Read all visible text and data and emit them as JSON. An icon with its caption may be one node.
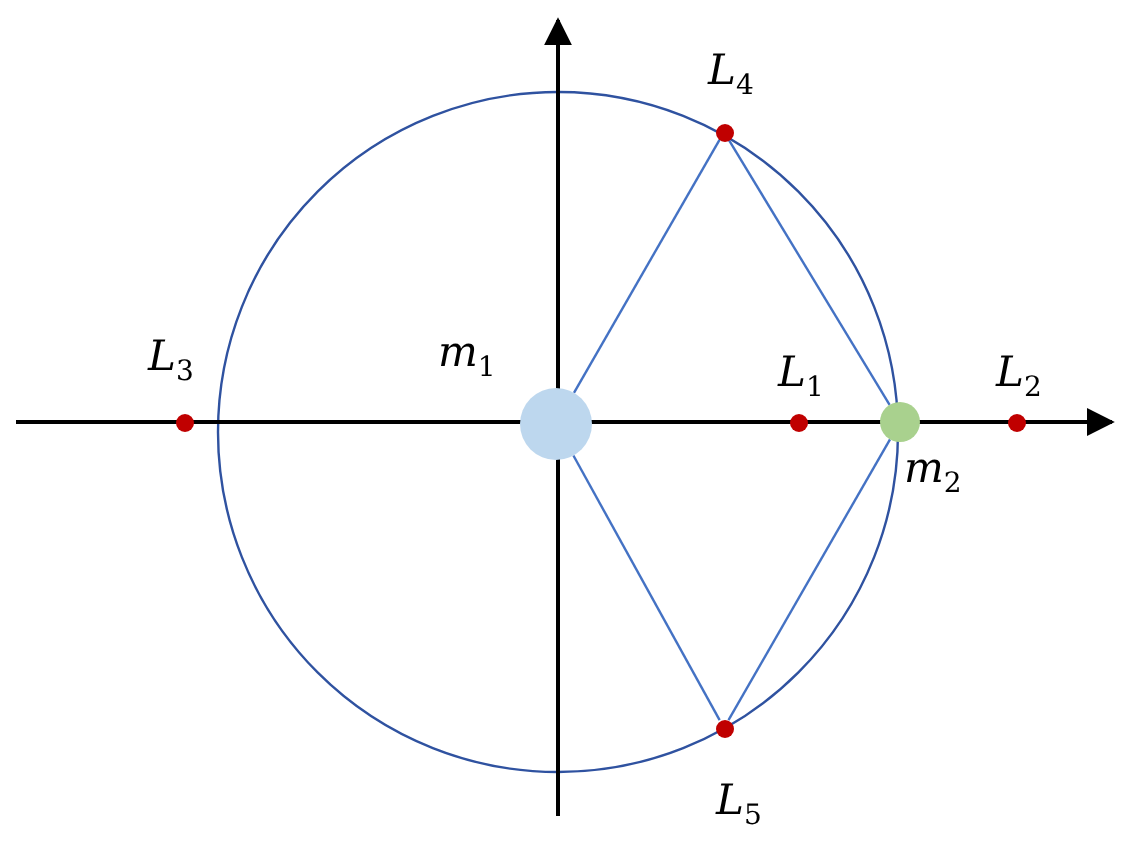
{
  "diagram": {
    "nodes": [
      {
        "text": [
          "*m*$_{1}$"
        ]
      },
      {
        "text": [
          "*m*$_{2}$"
        ]
      },
      {
        "text": [
          "*L*$_{1}$"
        ]
      },
      {
        "text": [
          "*L*$_{2}$"
        ]
      },
      {
        "text": [
          "*L*$_{3}$"
        ]
      },
      {
        "text": [
          "*L*$_{4}$"
        ]
      },
      {
        "text": [
          "*L*$_{5}$"
        ]
      }
    ],
    "edges": [
      {
        "from": 0,
        "to": 5,
        "arrow": "none"
      },
      {
        "from": 5,
        "to": 1,
        "arrow": "none"
      },
      {
        "from": 0,
        "to": 6,
        "arrow": "none"
      },
      {
        "from": 6,
        "to": 1,
        "arrow": "none"
      }
    ]
  }
}
